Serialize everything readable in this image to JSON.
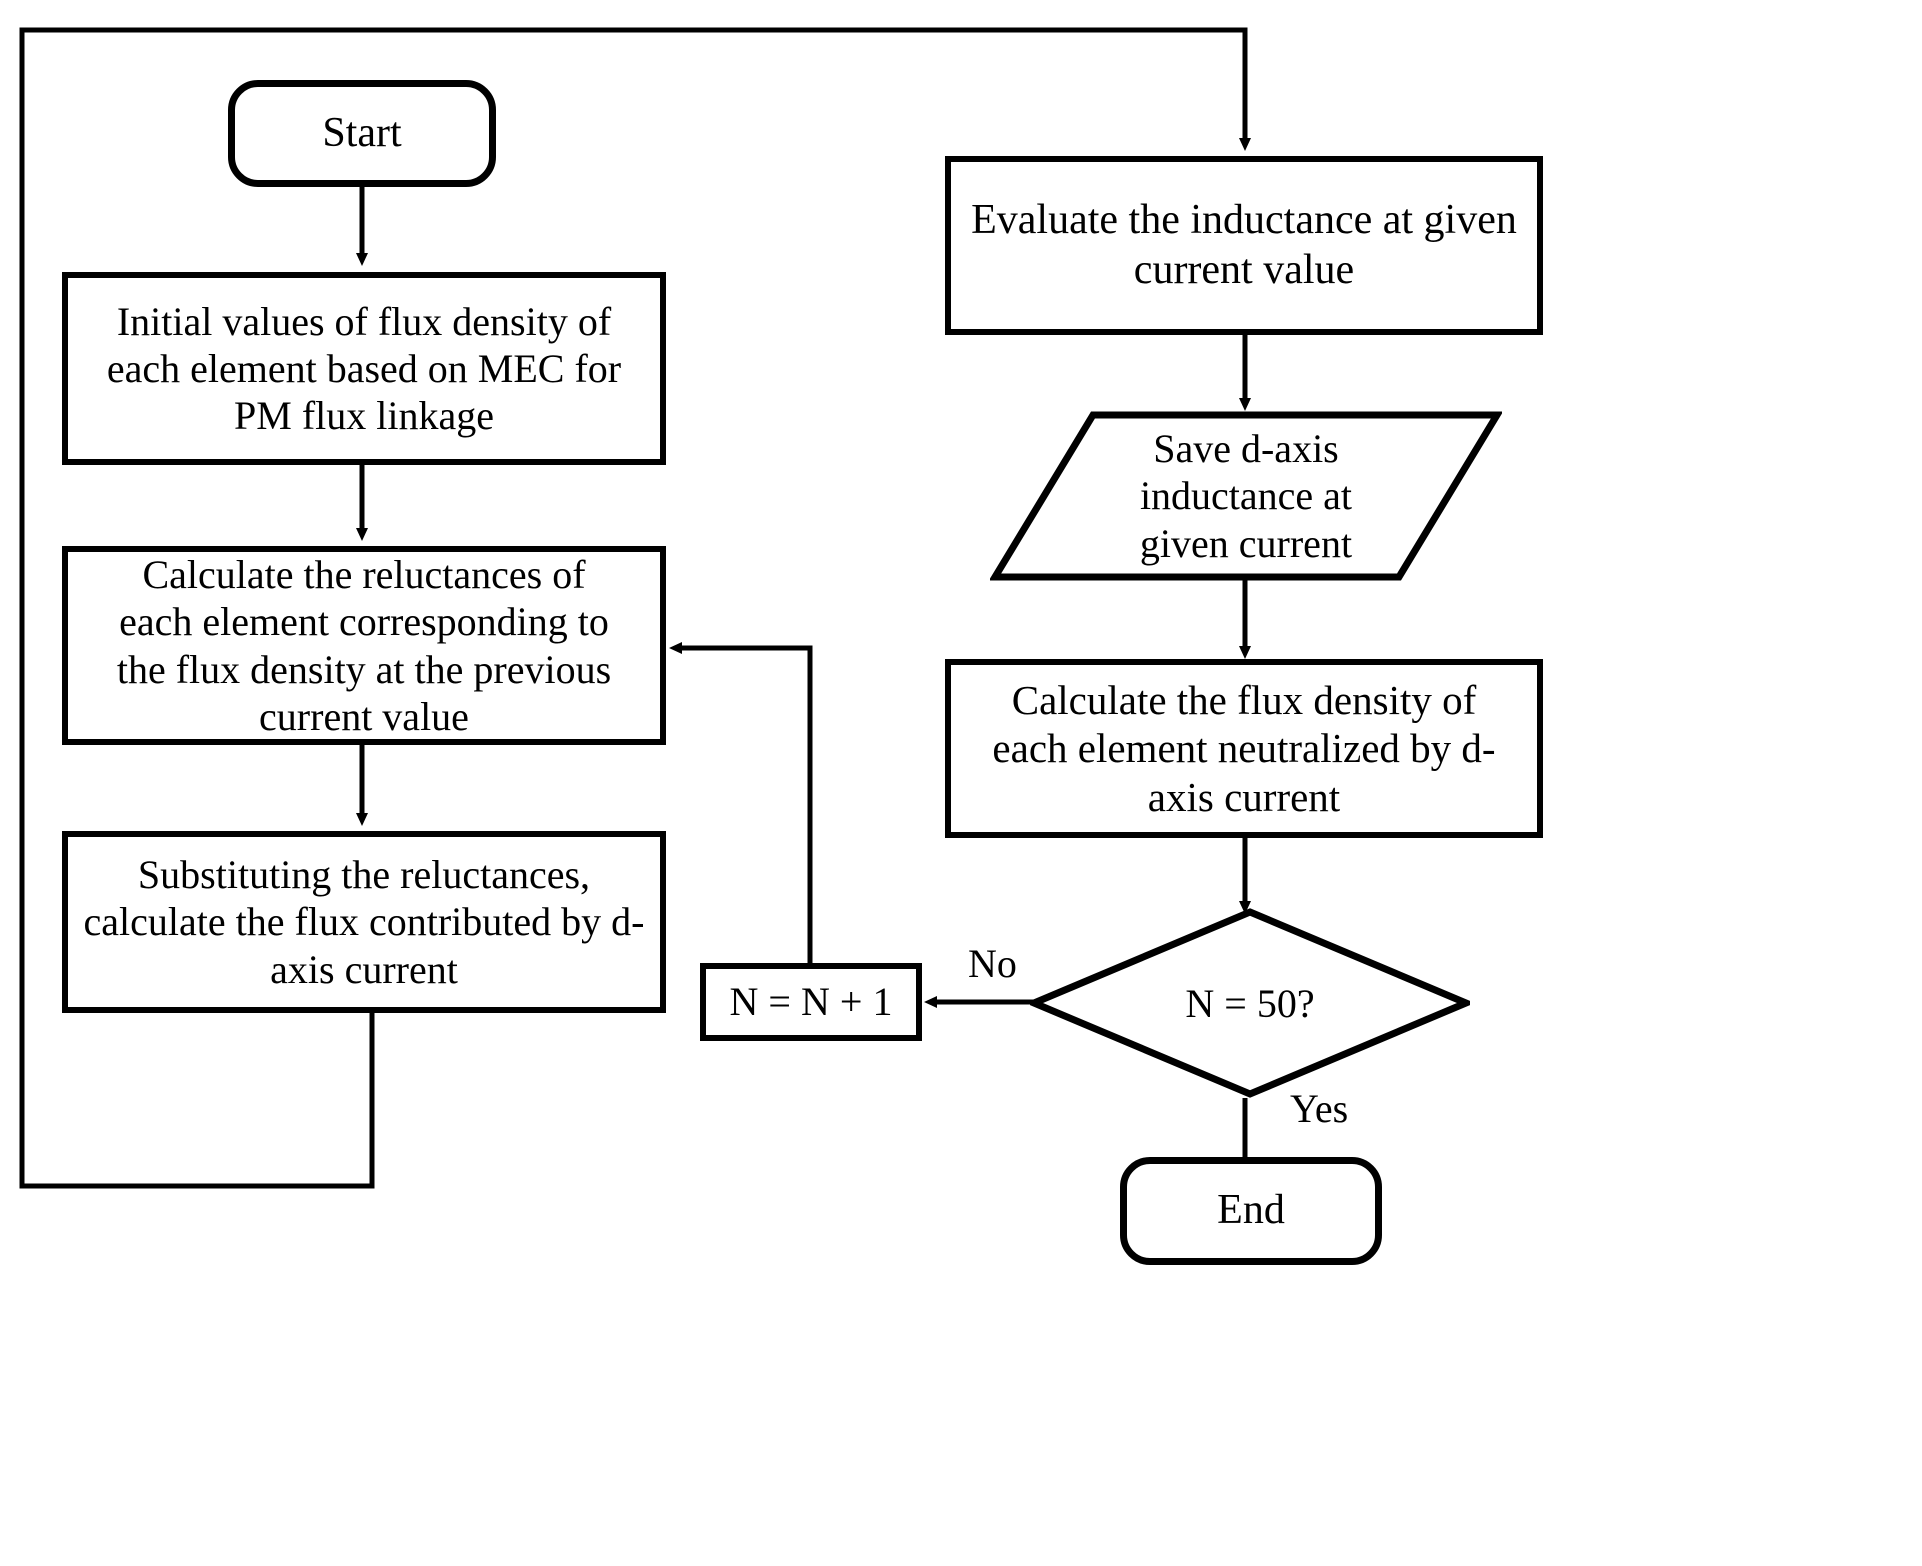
{
  "diagram": {
    "type": "flowchart",
    "title": "",
    "background_color": "#ffffff",
    "line_color": "#000000",
    "text_color": "#000000"
  },
  "nodes": {
    "start": {
      "label": "Start",
      "shape": "rounded-rectangle"
    },
    "initial_values": {
      "label": "Initial values of flux density of\neach element based on MEC for\nPM flux linkage",
      "shape": "rectangle"
    },
    "calculate_reluctances": {
      "label": "Calculate the reluctances of\neach element corresponding to\nthe flux density at the previous\ncurrent value",
      "shape": "rectangle"
    },
    "substituting": {
      "label": "Substituting the reluctances,\ncalculate the flux contributed by d-\naxis current",
      "shape": "rectangle"
    },
    "evaluate_inductance": {
      "label": "Evaluate the inductance at given\ncurrent value",
      "shape": "rectangle"
    },
    "save_inductance": {
      "label": "Save d-axis\ninductance at\ngiven current",
      "shape": "parallelogram"
    },
    "calculate_flux_density": {
      "label": "Calculate the flux density of\neach element neutralized by d-\naxis current",
      "shape": "rectangle"
    },
    "decision": {
      "label": "N = 50?",
      "shape": "diamond"
    },
    "increment": {
      "label": "N = N + 1",
      "shape": "rectangle"
    },
    "end": {
      "label": "End",
      "shape": "rounded-rectangle"
    }
  },
  "edge_labels": {
    "no": "No",
    "yes": "Yes"
  }
}
